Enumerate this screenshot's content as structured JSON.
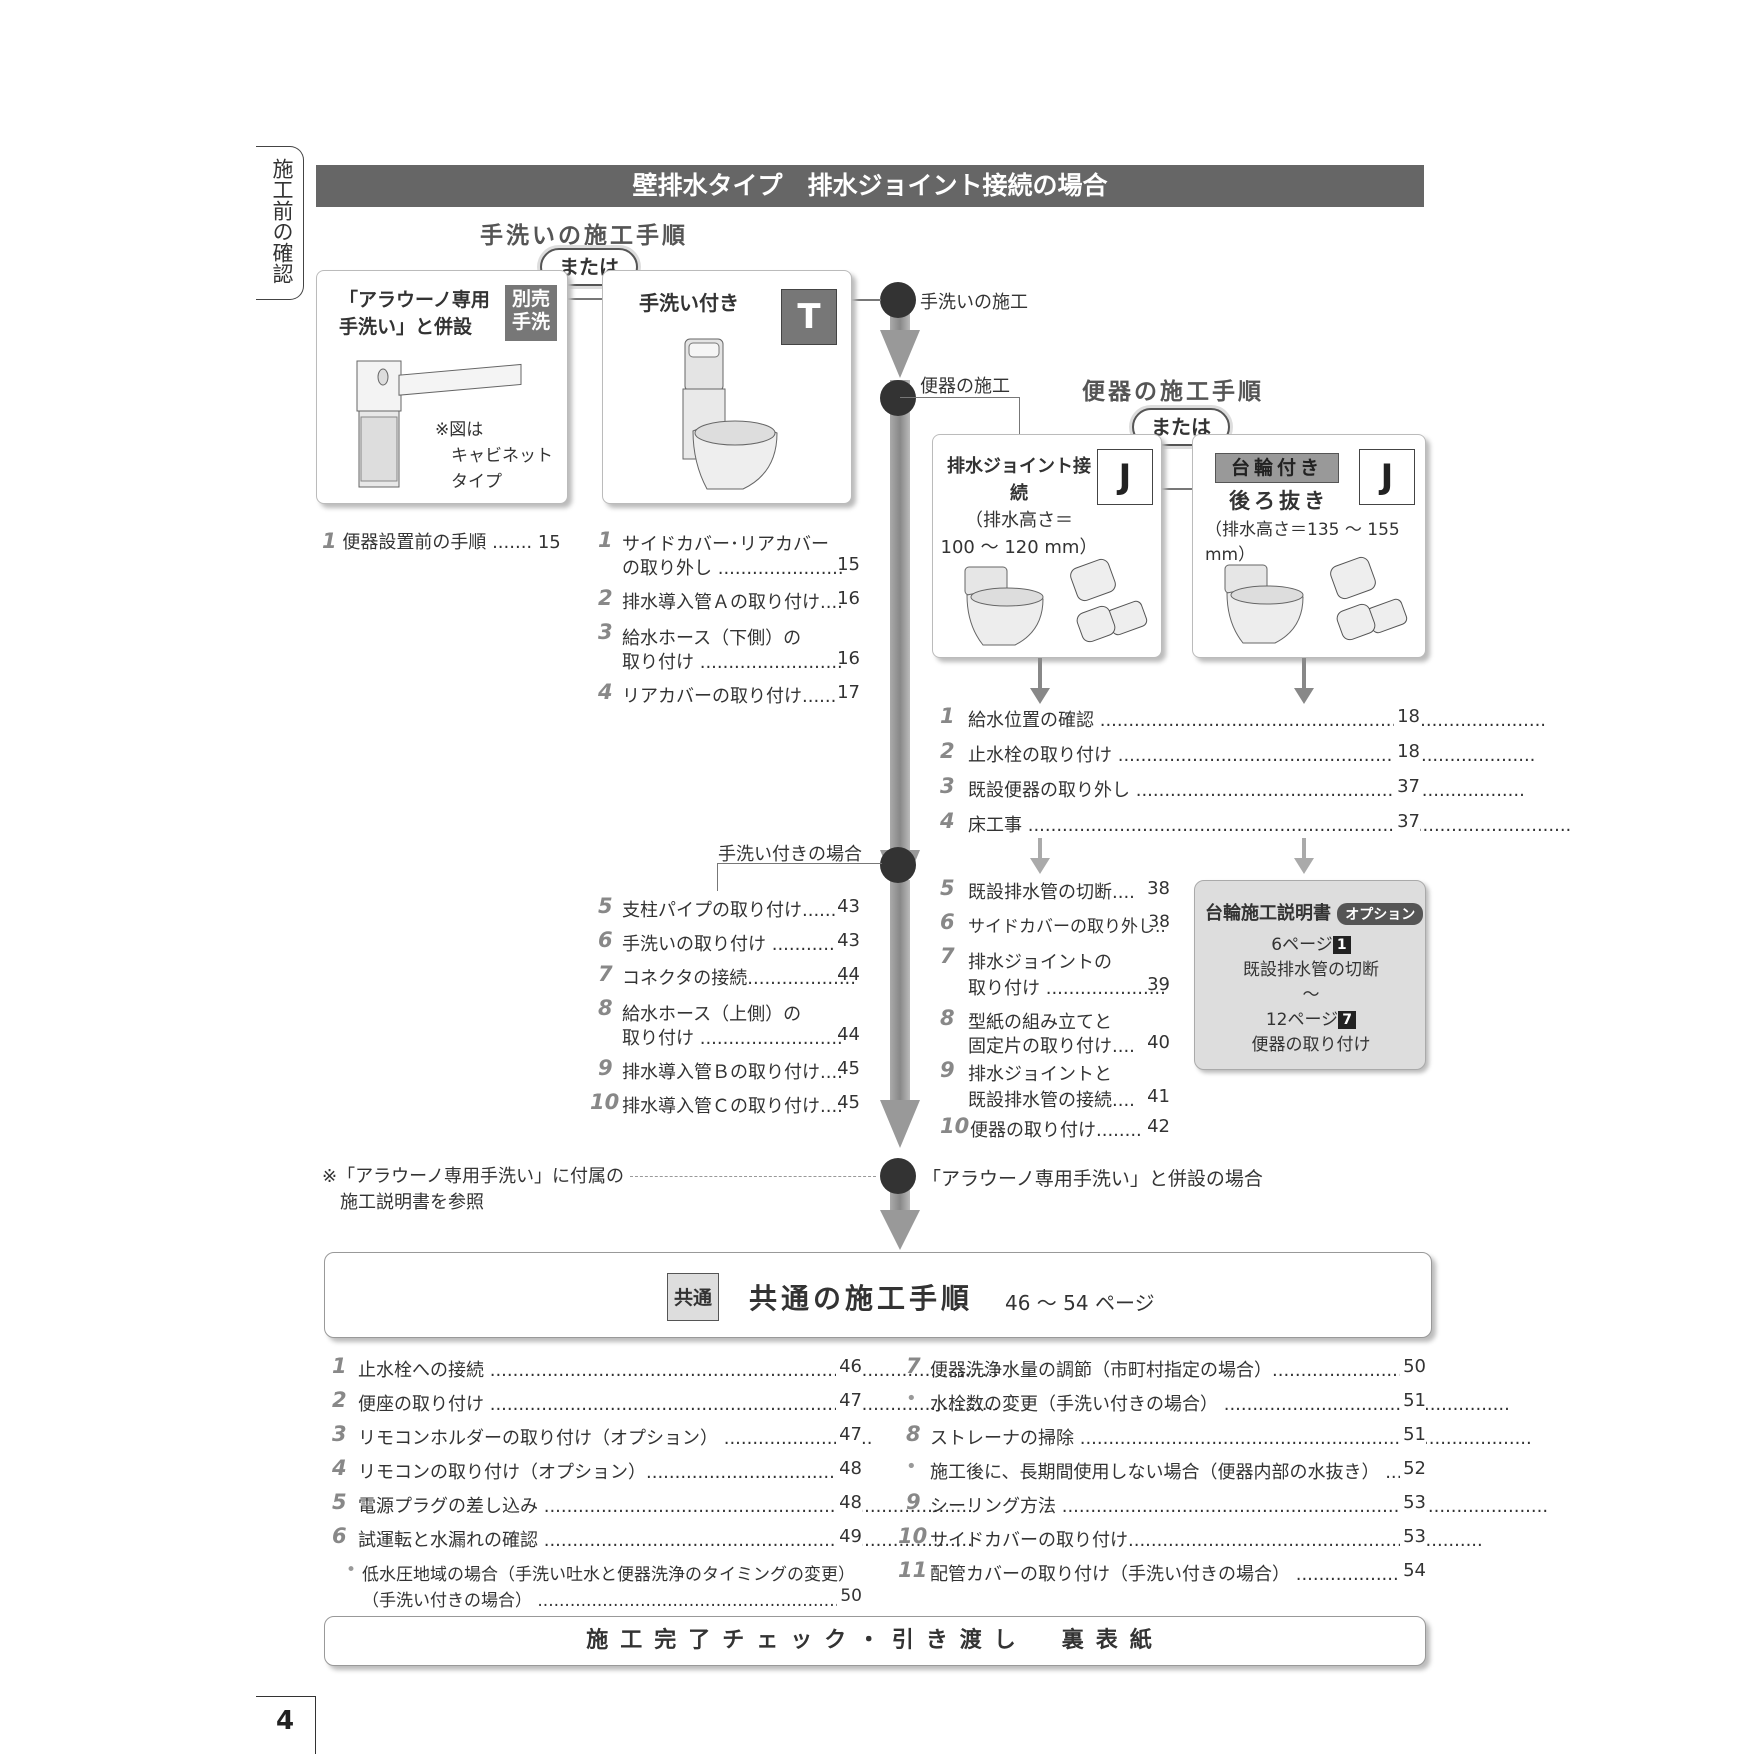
{
  "side_tab": "施工前の確認",
  "title": "壁排水タイプ　排水ジョイント接続の場合",
  "handwash_heading": "手洗いの施工手順",
  "toilet_heading": "便器の施工手順",
  "mataha": "または",
  "card_sep": {
    "line1": "「アラウーノ専用",
    "line2": "手洗い」と併設",
    "badge": "別売 手洗",
    "badge1": "別売",
    "badge2": "手洗",
    "note1": "※図は",
    "note2": "キャビネット",
    "note3": "タイプ"
  },
  "card_t": {
    "title": "手洗い付き",
    "letter": "T"
  },
  "card_j1": {
    "line1": "排水ジョイント接続",
    "line2": "（排水高さ＝",
    "line3": "100 ～ 120 mm）",
    "letter": "J"
  },
  "card_j2": {
    "badge": "台輪付き",
    "line2": "後ろ抜き",
    "line3": "（排水高さ＝135 ～ 155 mm）",
    "letter": "J"
  },
  "flow_labels": {
    "a": "手洗いの施工",
    "b": "便器の施工",
    "c": "手洗い付きの場合",
    "d": "「アラウーノ専用手洗い」と併設の場合"
  },
  "sep_steps": [
    {
      "n": "1",
      "text": "便器設置前の手順",
      "page": "15"
    }
  ],
  "t_steps": [
    {
      "n": "1",
      "l1": "サイドカバー･リアカバー",
      "l2": "の取り外し",
      "page": "15"
    },
    {
      "n": "2",
      "l1": "排水導入管Ａの取り付け",
      "l2": "",
      "page": "16"
    },
    {
      "n": "3",
      "l1": "給水ホース（下側）の",
      "l2": "取り付け",
      "page": "16"
    },
    {
      "n": "4",
      "l1": "リアカバーの取り付け",
      "l2": "",
      "page": "17"
    }
  ],
  "j_steps_a": [
    {
      "n": "1",
      "text": "給水位置の確認",
      "page": "18"
    },
    {
      "n": "2",
      "text": "止水栓の取り付け",
      "page": "18"
    },
    {
      "n": "3",
      "text": "既設便器の取り外し",
      "page": "37"
    },
    {
      "n": "4",
      "text": "床工事",
      "page": "37"
    }
  ],
  "t_steps_b": [
    {
      "n": "5",
      "l1": "支柱パイプの取り付け",
      "l2": "",
      "page": "43"
    },
    {
      "n": "6",
      "l1": "手洗いの取り付け",
      "l2": "",
      "page": "43"
    },
    {
      "n": "7",
      "l1": "コネクタの接続",
      "l2": "",
      "page": "44"
    },
    {
      "n": "8",
      "l1": "給水ホース（上側）の",
      "l2": "取り付け",
      "page": "44"
    },
    {
      "n": "9",
      "l1": "排水導入管Ｂの取り付け",
      "l2": "",
      "page": "45"
    },
    {
      "n": "10",
      "l1": "排水導入管Ｃの取り付け",
      "l2": "",
      "page": "45"
    }
  ],
  "j_steps_b": [
    {
      "n": "5",
      "l1": "既設排水管の切断",
      "l2": "",
      "page": "38"
    },
    {
      "n": "6",
      "l1": "サイドカバーの取り外し",
      "l2": "",
      "page": "38"
    },
    {
      "n": "7",
      "l1": "排水ジョイントの",
      "l2": "取り付け",
      "page": "39"
    },
    {
      "n": "8",
      "l1": "型紙の組み立てと",
      "l2": "固定片の取り付け",
      "page": "40"
    },
    {
      "n": "9",
      "l1": "排水ジョイントと",
      "l2": "既設排水管の接続",
      "page": "41"
    },
    {
      "n": "10",
      "l1": "便器の取り付け",
      "l2": "",
      "page": "42"
    }
  ],
  "option_box": {
    "title": "台輪施工説明書",
    "badge": "オプション",
    "p1": "6ページ",
    "p1n": "1",
    "p1t": "既設排水管の切断",
    "tilde": "～",
    "p2": "12ページ",
    "p2n": "7",
    "p2t": "便器の取り付け"
  },
  "note": {
    "line1": "※「アラウーノ専用手洗い」に付属の",
    "line2": "施工説明書を参照"
  },
  "common": {
    "badge": "共通",
    "title": "共通の施工手順",
    "pages": "46 ～ 54 ページ"
  },
  "common_left": [
    {
      "n": "1",
      "text": "止水栓への接続",
      "page": "46"
    },
    {
      "n": "2",
      "text": "便座の取り付け",
      "page": "47"
    },
    {
      "n": "3",
      "text": "リモコンホルダーの取り付け（オプション）",
      "page": "47"
    },
    {
      "n": "4",
      "text": "リモコンの取り付け（オプション）",
      "page": "48"
    },
    {
      "n": "5",
      "text": "電源プラグの差し込み",
      "page": "48"
    },
    {
      "n": "6",
      "text": "試運転と水漏れの確認",
      "page": "49"
    }
  ],
  "common_left_sub": {
    "l1": "低水圧地域の場合（手洗い吐水と便器洗浄のタイミングの変更）",
    "l2": "（手洗い付きの場合）",
    "page": "50"
  },
  "common_right": [
    {
      "n": "7",
      "text": "便器洗浄水量の調節（市町村指定の場合）",
      "page": "50"
    },
    {
      "n": "•",
      "text": "水栓数の変更（手洗い付きの場合）",
      "page": "51"
    },
    {
      "n": "8",
      "text": "ストレーナの掃除",
      "page": "51"
    },
    {
      "n": "•",
      "text": "施工後に、長期間使用しない場合（便器内部の水抜き）",
      "page": "52"
    },
    {
      "n": "9",
      "text": "シーリング方法",
      "page": "53"
    },
    {
      "n": "10",
      "text": "サイドカバーの取り付け",
      "page": "53"
    },
    {
      "n": "11",
      "text": "配管カバーの取り付け（手洗い付きの場合）",
      "page": "54"
    }
  ],
  "final": "施工完了チェック・引き渡し　裏表紙",
  "page_number": "4",
  "colors": {
    "title_bar": "#666666",
    "arrow": "#999999",
    "dot": "#333333",
    "option_bg": "#dddddd"
  }
}
